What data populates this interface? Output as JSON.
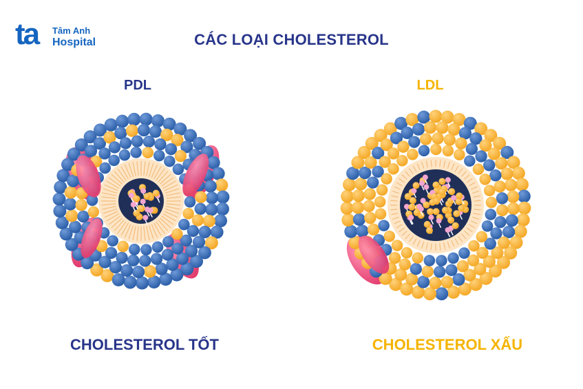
{
  "logo": {
    "mark": "ta",
    "name": "Tâm Anh",
    "subtitle": "Hospital"
  },
  "title": "CÁC LOẠI CHOLESTEROL",
  "particles": {
    "left": {
      "name": "PDL",
      "caption": "CHOLESTEROL TỐT"
    },
    "right": {
      "name": "LDL",
      "caption": "CHOLESTEROL XẤU"
    }
  },
  "colors": {
    "brand": "#1565c0",
    "navy": "#28358a",
    "gold": "#f5b400",
    "blue_sphere": "#2b5ea8",
    "orange_sphere": "#f4a826",
    "pink_protein": "#e23c6e",
    "core": "#1f2f58",
    "shell": "#fde5c6"
  }
}
